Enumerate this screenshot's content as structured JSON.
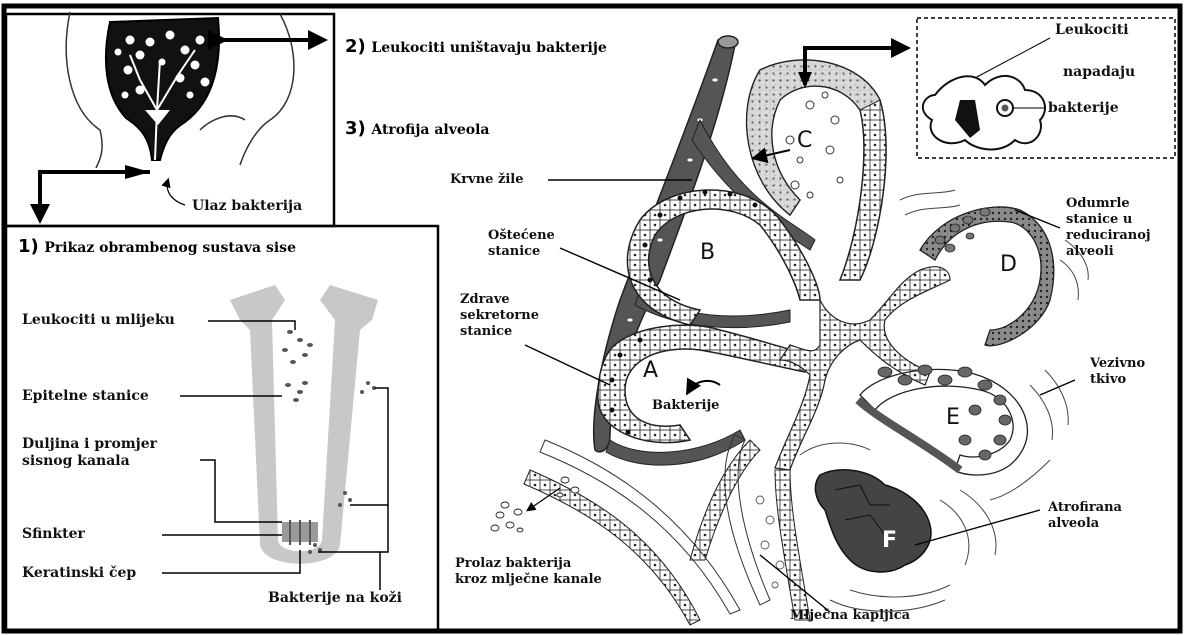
{
  "sections": {
    "s1": {
      "num": "1)",
      "text": "Prikaz obrambenog sustava sise"
    },
    "s2": {
      "num": "2)",
      "text": "Leukociti uništavaju bakterije"
    },
    "s3": {
      "num": "3)",
      "text": "Atrofija alveola"
    }
  },
  "udder": {
    "entry_label": "Ulaz bakterija"
  },
  "teat": {
    "leukocytes": "Leukociti u mlijeku",
    "epithelial": "Epitelne stanice",
    "canal_line1": "Duljina i promjer",
    "canal_line2": "sisnog kanala",
    "sphincter": "Sfinkter",
    "keratin_plug": "Keratinski čep",
    "skin_bacteria": "Bakterije na koži"
  },
  "inset": {
    "leukocytes": "Leukociti",
    "attack": "napadaju",
    "bacteria": "bakterije"
  },
  "alveoli": {
    "blood_vessels": "Krvne žile",
    "damaged_line1": "Oštećene",
    "damaged_line2": "stanice",
    "healthy_line1": "Zdrave",
    "healthy_line2": "sekretorne",
    "healthy_line3": "stanice",
    "bacteria": "Bakterije",
    "dead_line1": "Odumrle",
    "dead_line2": "stanice u",
    "dead_line3": "reduciranoj",
    "dead_line4": "alveoli",
    "connective_line1": "Vezivno",
    "connective_line2": "tkivo",
    "atrophied_line1": "Atrofirana",
    "atrophied_line2": "alveola",
    "passage_line1": "Prolaz bakterija",
    "passage_line2": "kroz mlječne kanale",
    "milk_droplet": "Mlječna kapljica",
    "letters": {
      "A": "A",
      "B": "B",
      "C": "C",
      "D": "D",
      "E": "E",
      "F": "F"
    }
  },
  "colors": {
    "frame": "#000000",
    "vessel": "#555555",
    "teat_fill": "#c8c8c8",
    "alveolus_f": "#444444"
  }
}
